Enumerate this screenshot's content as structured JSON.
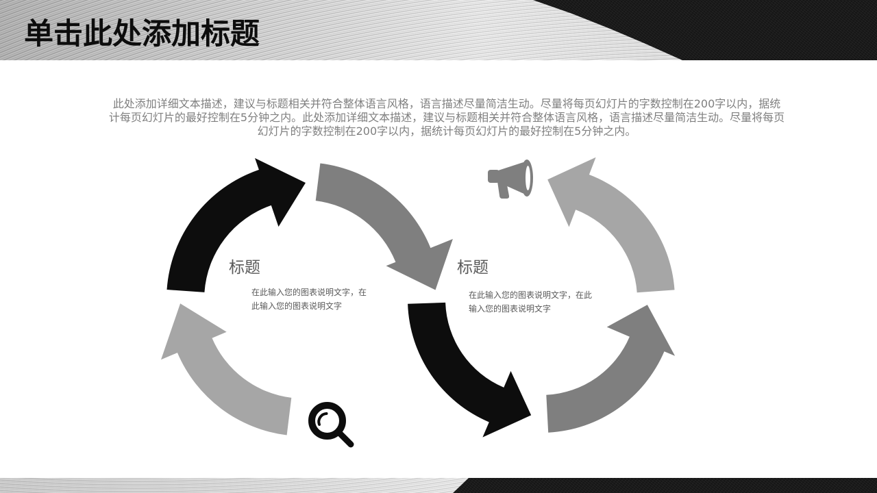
{
  "slide": {
    "title": "单击此处添加标题",
    "intro_lines": [
      "此处添加详细文本描述，建议与标题相关并符合整体语言风格，语言描述尽量简洁生动。尽量将每页幻灯片的字数控制在200字以内，据统",
      "计每页幻灯片的最好控制在5分钟之内。此处添加详细文本描述，建议与标题相关并符合整体语言风格，语言描述尽量简洁生动。尽量将每页",
      "幻灯片的字数控制在200字以内，据统计每页幻灯片的最好控制在5分钟之内。"
    ]
  },
  "diagram": {
    "arrows": [
      {
        "color": "#a6a6a6"
      },
      {
        "color": "#0d0d0d"
      },
      {
        "color": "#7f7f7f"
      },
      {
        "color": "#0d0d0d"
      },
      {
        "color": "#7f7f7f"
      },
      {
        "color": "#a6a6a6"
      }
    ],
    "nodes": [
      {
        "title": "标题",
        "desc_lines": [
          "在此输入您的图表说明文字，在",
          "此输入您的图表说明文字"
        ],
        "icon": "search-icon",
        "icon_color": "#0d0d0d"
      },
      {
        "title": "标题",
        "desc_lines": [
          "在此输入您的图表说明文字，在此",
          "输入您的图表说明文字"
        ],
        "icon": "megaphone-icon",
        "icon_color": "#7f7f7f"
      }
    ]
  }
}
